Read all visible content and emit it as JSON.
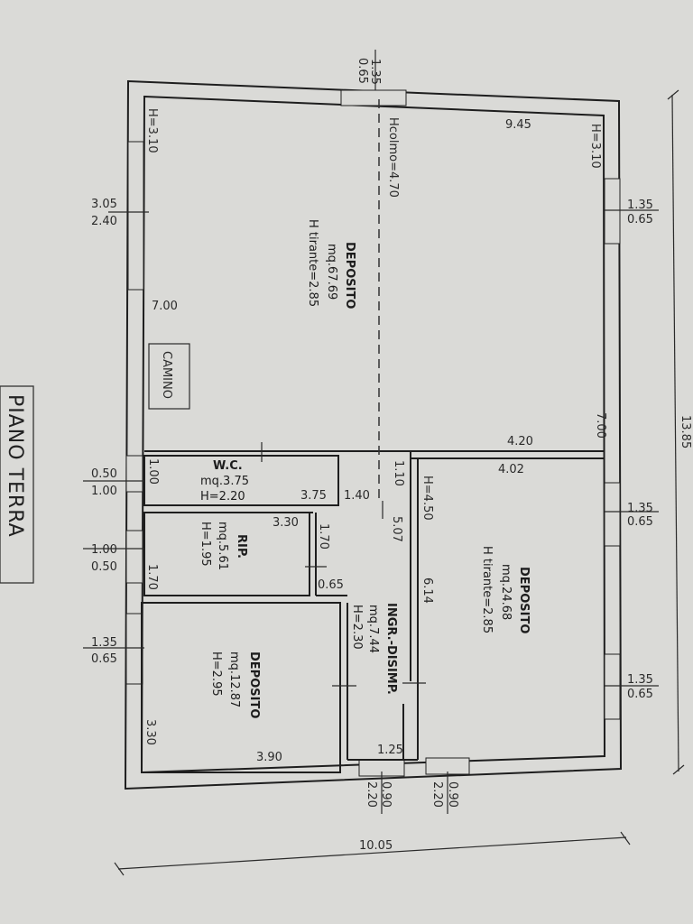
{
  "title": "PIANO TERRA",
  "rooms": {
    "deposito_main": {
      "name": "DEPOSITO",
      "area": "mq.67.69",
      "height": "H  tirante=2.85"
    },
    "wc": {
      "name": "W.C.",
      "area": "mq.3.75",
      "height": "H=2.20"
    },
    "rip": {
      "name": "RIP.",
      "area": "mq.5.61",
      "height": "H=1.95"
    },
    "ingr": {
      "name": "INGR.-DISIMP.",
      "area": "mq.7.44",
      "height": "H=2.30"
    },
    "deposito_right": {
      "name": "DEPOSITO",
      "area": "mq.24.68",
      "height": "H  tirante=2.85"
    },
    "deposito_small": {
      "name": "DEPOSITO",
      "area": "mq.12.87",
      "height": "H=2.95"
    }
  },
  "camino_label": "CAMINO",
  "hcolmo": "Hcolmo=4.70",
  "dims": {
    "top_window_w": "1.35",
    "top_window_h": "0.65",
    "h310_left": "H=3.10",
    "h310_right": "H=3.10",
    "w945": "9.45",
    "w305": "3.05",
    "w240": "2.40",
    "w135_a": "1.35",
    "w065_a": "0.65",
    "w700_left": "7.00",
    "w700_right": "7.00",
    "w420": "4.20",
    "w402": "4.02",
    "w050_a": "0.50",
    "w100_a": "1.00",
    "w100_b": "1.00",
    "w375": "3.75",
    "w140": "1.40",
    "w110": "1.10",
    "h450": "H=4.50",
    "w507": "5.07",
    "w135_b": "1.35",
    "w065_b": "0.65",
    "w330_rip": "3.30",
    "w170_a": "1.70",
    "w100_c": "1.00",
    "w050_b": "0.50",
    "w170_b": "1.70",
    "w065_c": "0.65",
    "w614": "6.14",
    "w135_c": "1.35",
    "w065_d": "0.65",
    "w135_d": "1.35",
    "w065_e": "0.65",
    "w330_dep": "3.30",
    "w390": "3.90",
    "w125": "1.25",
    "w090_a": "0.90",
    "w220_a": "2.20",
    "w090_b": "0.90",
    "w220_b": "2.20",
    "w1005": "10.05",
    "w1385": "13.85"
  }
}
